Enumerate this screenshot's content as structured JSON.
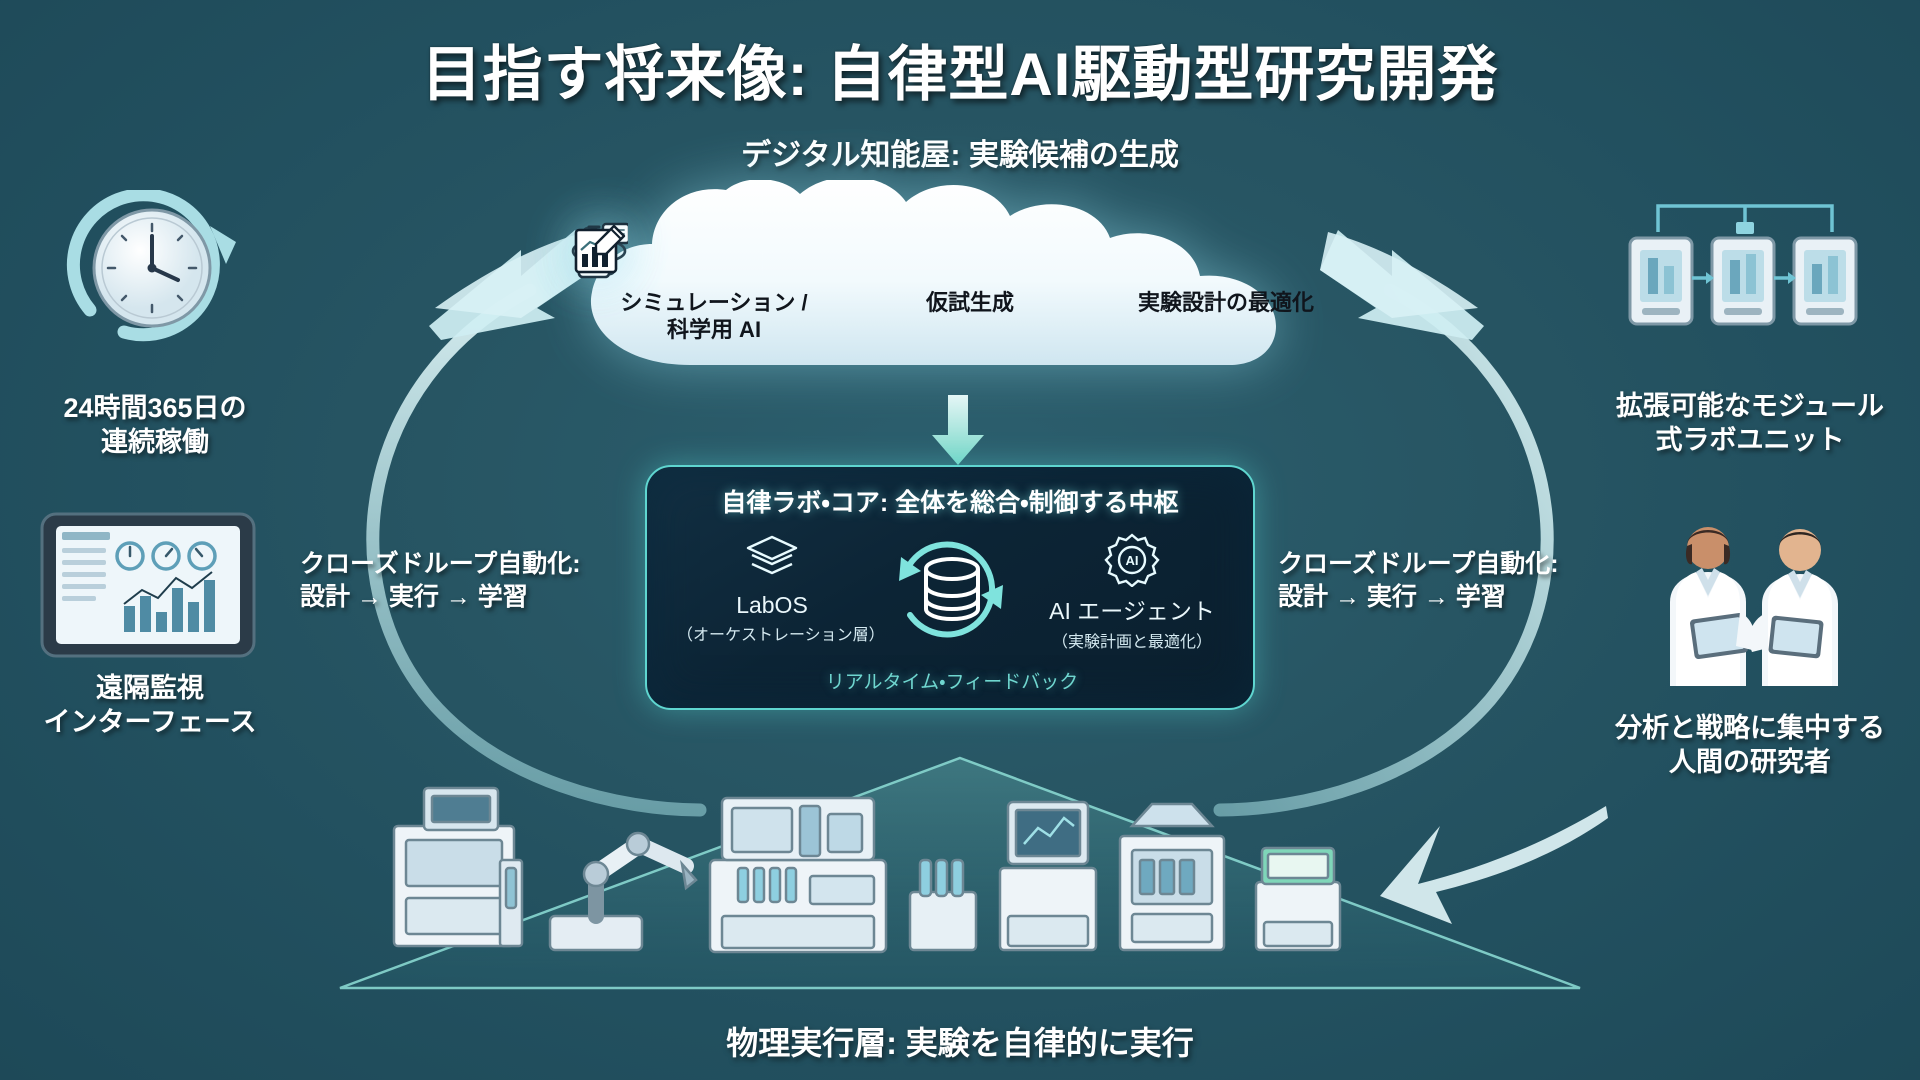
{
  "title": "目指す将来像: 自律型AI駆動型研究開発",
  "cloud": {
    "heading": "デジタル知能屋: 実験候補の生成",
    "items": [
      {
        "icon": "atom-icon",
        "label": "シミュレーション /\n科学用 AI"
      },
      {
        "icon": "flask-chat-icon",
        "label": "仮試生成"
      },
      {
        "icon": "chart-edit-icon",
        "label": "実験設計の最適化"
      }
    ]
  },
  "core": {
    "title": "自律ラボ・コア: 全体を総合・制御する中枢",
    "left": {
      "icon": "layers-icon",
      "name": "LabOS",
      "sub": "（オーケストレーション層）"
    },
    "center": {
      "icon": "database-cycle-icon"
    },
    "right": {
      "icon": "ai-gear-icon",
      "name": "AI エージェント",
      "sub": "（実験計画と最適化）"
    },
    "feedback": "リアルタイム・フィードバック"
  },
  "loop_labels": {
    "left": "クローズドループ自動化:\n設計 → 実行 → 学習",
    "right": "クローズドループ自動化:\n設計 → 実行 → 学習"
  },
  "side_captions": {
    "clock": "24時間365日の\n連続稼働",
    "tablet": "遠隔監視\nインターフェース",
    "modules": "拡張可能なモジュール\n式ラボユニット",
    "people": "分析と戦略に集中する\n人間の研究者"
  },
  "bottom_caption": "物理実行層: 実験を自律的に実行",
  "colors": {
    "background_deep": "#1d4857",
    "background_mid": "#2c5f6e",
    "accent_teal": "#5fd6d0",
    "core_bg": "#0c2435",
    "cloud_white": "#eef7fb",
    "text_white": "#ffffff",
    "feedback_teal": "#6fd6cf",
    "arrow_pale": "#cfeef2"
  }
}
